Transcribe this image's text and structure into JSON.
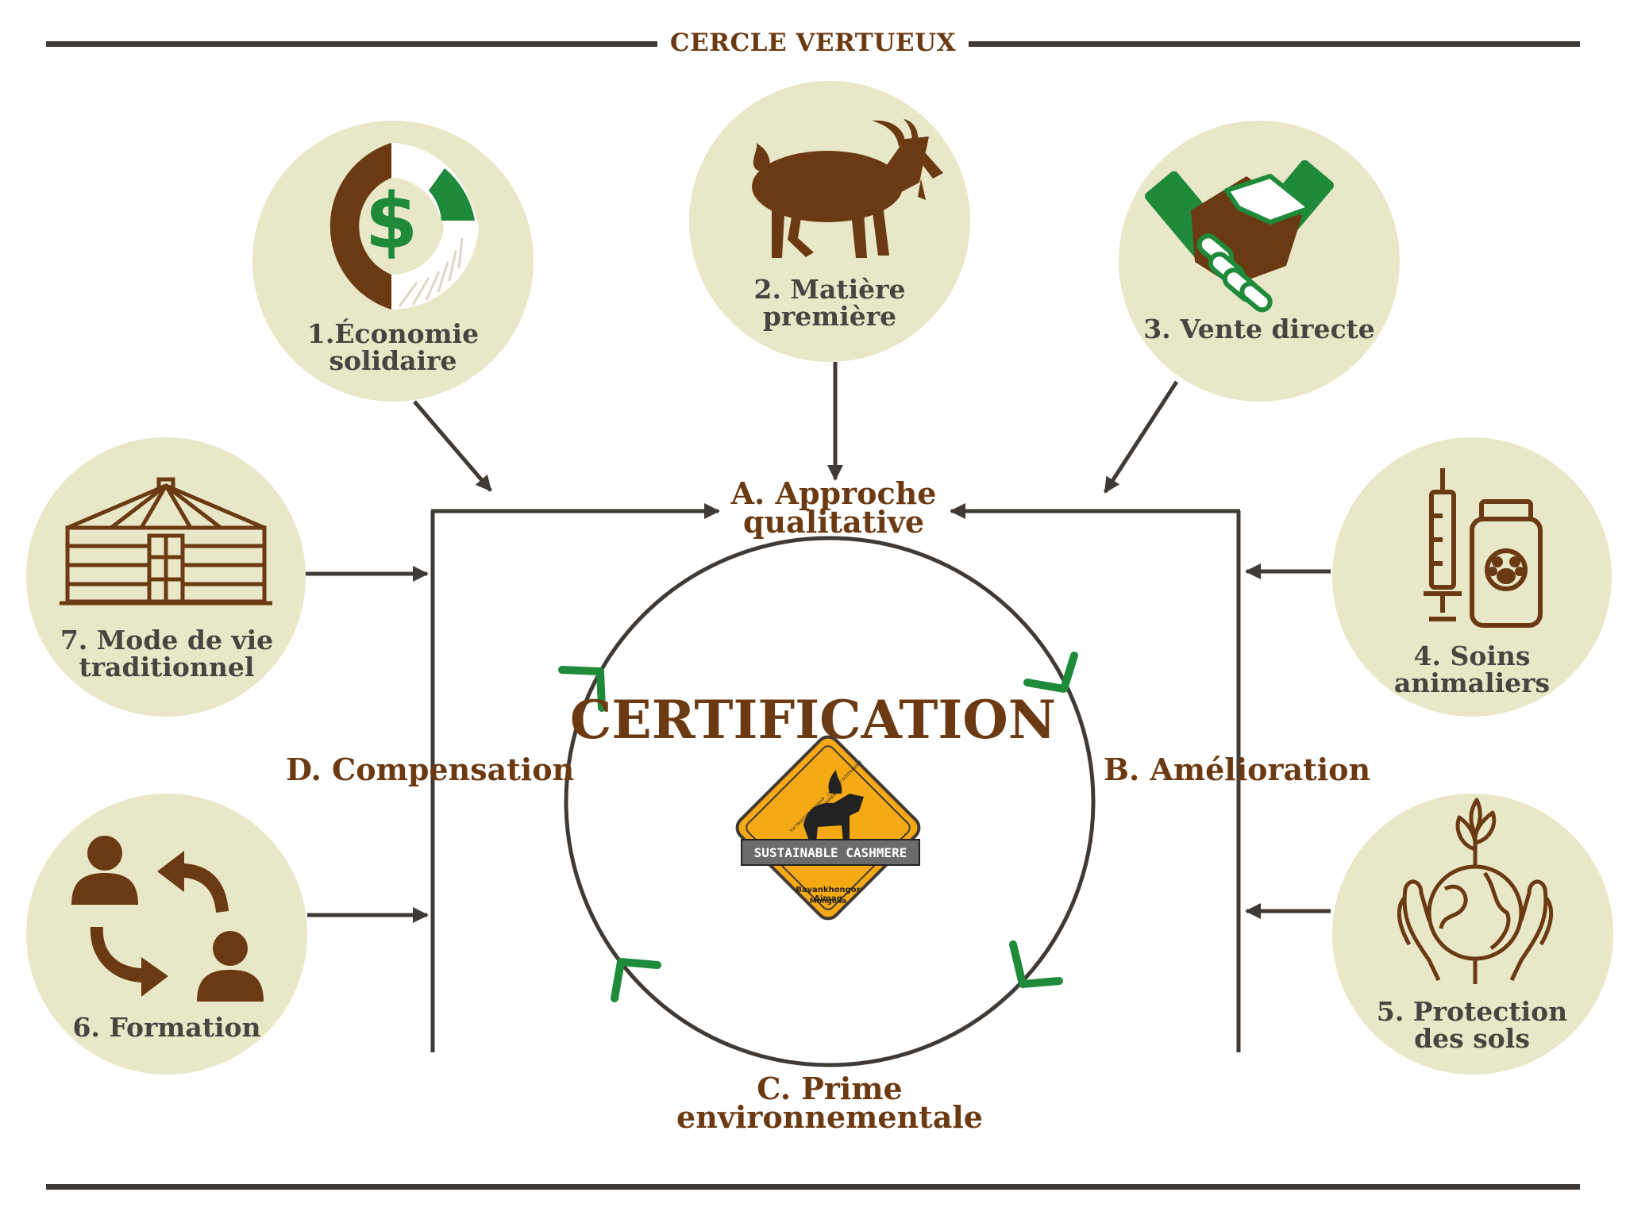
{
  "title": "CERCLE VERTUEUX",
  "center": {
    "title": "CERCLE VERTUEUX"
  },
  "certification": "CERTIFICATION",
  "logo": {
    "banner": "SUSTAINABLE CASHMERE",
    "region": "Bayankhongor Aimag",
    "country": "Mongolia",
    "ring_text": "ТОГТВОРТОЙ НООЛУУР · CERTIFIED SUSTAINABLE CASHMERE"
  },
  "inputs": [
    {
      "line1": "1.Économie",
      "line2": "solidaire",
      "icon": "dollar-donut-icon"
    },
    {
      "line1": "2. Matière",
      "line2": "première",
      "icon": "goat-icon"
    },
    {
      "line1": "3. Vente directe",
      "line2": "",
      "icon": "handshake-icon"
    },
    {
      "line1": "4. Soins",
      "line2": "animaliers",
      "icon": "syringe-medicine-icon"
    },
    {
      "line1": "5. Protection",
      "line2": "des sols",
      "icon": "hands-earth-plant-icon"
    },
    {
      "line1": "6. Formation",
      "line2": "",
      "icon": "people-exchange-icon"
    },
    {
      "line1": "7. Mode de vie",
      "line2": "traditionnel",
      "icon": "yurt-icon"
    }
  ],
  "stages": {
    "a_line1": "A. Approche",
    "a_line2": "qualitative",
    "b": "B. Amélioration",
    "c_line1": "C. Prime",
    "c_line2": "environnementale",
    "d": "D. Compensation"
  },
  "colors": {
    "brown": "#6b3a12",
    "dark": "#3f3a36",
    "green": "#1e8a3a",
    "bubble": "#e8e7c8",
    "gold": "#f5a915"
  }
}
